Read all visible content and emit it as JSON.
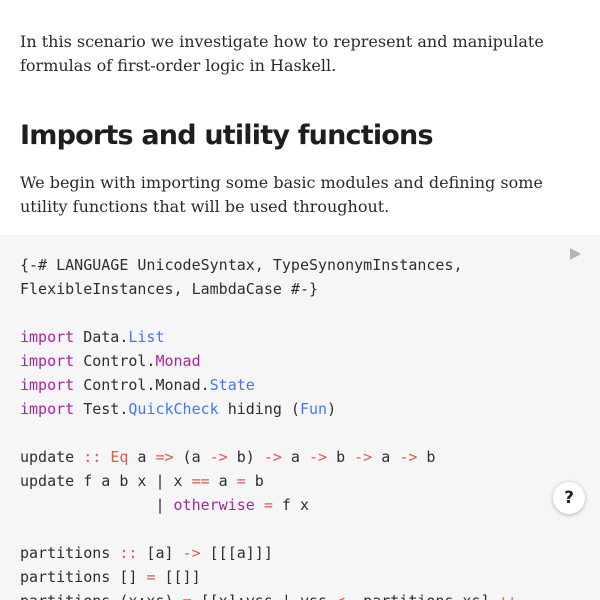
{
  "intro_text": "In this scenario we investigate how to represent and manipulate formulas of first-order logic in Haskell.",
  "section_heading": "Imports and utility functions",
  "section_text": "We begin with importing some basic modules and defining some utility functions that will be used throughout.",
  "help_button_label": "?",
  "run_icon": "play-triangle-icon",
  "colors": {
    "keyword": "#a626a4",
    "type": "#4078f2",
    "operator": "#e45649",
    "code_background": "#f6f6f6"
  },
  "code_lines": [
    [
      {
        "t": "{-# LANGUAGE UnicodeSyntax, TypeSynonymInstances,",
        "c": ""
      }
    ],
    [
      {
        "t": "FlexibleInstances, LambdaCase #-}",
        "c": ""
      }
    ],
    [],
    [
      {
        "t": "import",
        "c": "kw"
      },
      {
        "t": " Data.",
        "c": ""
      },
      {
        "t": "List",
        "c": "ty"
      }
    ],
    [
      {
        "t": "import",
        "c": "kw"
      },
      {
        "t": " Control.",
        "c": ""
      },
      {
        "t": "Monad",
        "c": "kw"
      }
    ],
    [
      {
        "t": "import",
        "c": "kw"
      },
      {
        "t": " Control.Monad.",
        "c": ""
      },
      {
        "t": "State",
        "c": "ty"
      }
    ],
    [
      {
        "t": "import",
        "c": "kw"
      },
      {
        "t": " Test.",
        "c": ""
      },
      {
        "t": "QuickCheck",
        "c": "ty"
      },
      {
        "t": " hiding (",
        "c": ""
      },
      {
        "t": "Fun",
        "c": "ty"
      },
      {
        "t": ")",
        "c": ""
      }
    ],
    [],
    [
      {
        "t": "update ",
        "c": ""
      },
      {
        "t": "::",
        "c": "op"
      },
      {
        "t": " ",
        "c": ""
      },
      {
        "t": "Eq",
        "c": "op"
      },
      {
        "t": " a ",
        "c": ""
      },
      {
        "t": "=>",
        "c": "op"
      },
      {
        "t": " (a ",
        "c": ""
      },
      {
        "t": "->",
        "c": "op"
      },
      {
        "t": " b) ",
        "c": ""
      },
      {
        "t": "->",
        "c": "op"
      },
      {
        "t": " a ",
        "c": ""
      },
      {
        "t": "->",
        "c": "op"
      },
      {
        "t": " b ",
        "c": ""
      },
      {
        "t": "->",
        "c": "op"
      },
      {
        "t": " a ",
        "c": ""
      },
      {
        "t": "->",
        "c": "op"
      },
      {
        "t": " b",
        "c": ""
      }
    ],
    [
      {
        "t": "update f a b x | x ",
        "c": ""
      },
      {
        "t": "==",
        "c": "op"
      },
      {
        "t": " a ",
        "c": ""
      },
      {
        "t": "=",
        "c": "op"
      },
      {
        "t": " b",
        "c": ""
      }
    ],
    [
      {
        "t": "               | ",
        "c": ""
      },
      {
        "t": "otherwise",
        "c": "kw"
      },
      {
        "t": " ",
        "c": ""
      },
      {
        "t": "=",
        "c": "op"
      },
      {
        "t": " f x",
        "c": ""
      }
    ],
    [],
    [
      {
        "t": "partitions ",
        "c": ""
      },
      {
        "t": "::",
        "c": "op"
      },
      {
        "t": " [a] ",
        "c": ""
      },
      {
        "t": "->",
        "c": "op"
      },
      {
        "t": " [[[a]]]",
        "c": ""
      }
    ],
    [
      {
        "t": "partitions [] ",
        "c": ""
      },
      {
        "t": "=",
        "c": "op"
      },
      {
        "t": " [[]]",
        "c": ""
      }
    ],
    [
      {
        "t": "partitions (x:xs) ",
        "c": ""
      },
      {
        "t": "=",
        "c": "op"
      },
      {
        "t": " [[x]:yss | yss ",
        "c": ""
      },
      {
        "t": "<-",
        "c": "op"
      },
      {
        "t": " partitions xs] ",
        "c": ""
      },
      {
        "t": "++",
        "c": "op"
      }
    ]
  ]
}
